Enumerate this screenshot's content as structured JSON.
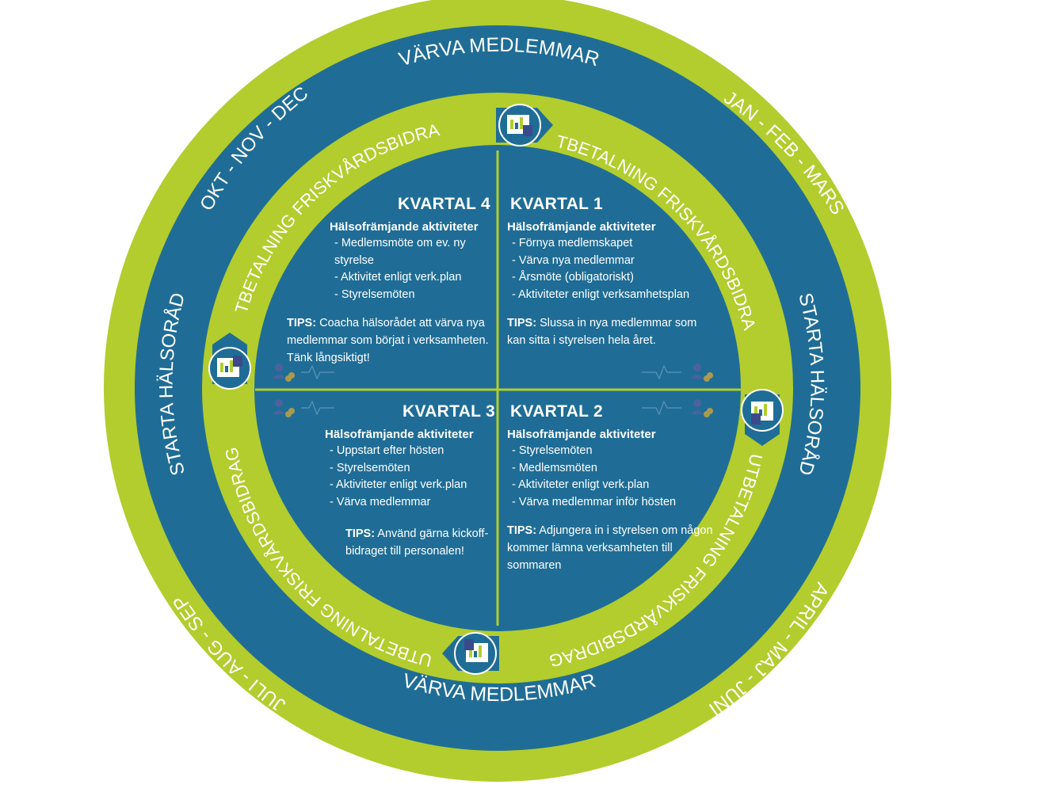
{
  "colors": {
    "green": "#b2cd2d",
    "blue": "#1f6d96",
    "white": "#ffffff"
  },
  "ring_labels": {
    "top": "VÄRVA MEDLEMMAR",
    "bottom": "VÄRVA MEDLEMMAR",
    "left": "STARTA HÄLSORÅD",
    "right": "STARTA HÄLSORÅD",
    "months_q1": "JAN - FEB - MARS",
    "months_q2": "APRIL - MAJ - JUNI",
    "months_q3": "JULI - AUG - SEP",
    "months_q4": "OKT - NOV - DEC"
  },
  "payment_labels": {
    "q1": "UTBETALNING FRISKVÅRDSBIDRAG",
    "q2": "UTBETALNING FRISKVÅRDSBIDRAG",
    "q3": "UTBETALNING FRISKVÅRDSBIDRAG",
    "q4": "UTBETALNING FRISKVÅRDSBIDRAG"
  },
  "quarters": {
    "q4": {
      "title": "KVARTAL 4",
      "subtitle": "Hälsofrämjande aktiviteter",
      "items": [
        "- Medlemsmöte om ev. ny styrelse",
        "- Aktivitet enligt verk.plan",
        "- Styrelsemöten"
      ],
      "tips_label": "TIPS:",
      "tips_text": " Coacha hälsorådet att värva nya medlemmar som börjat i verksamheten. Tänk långsiktigt!"
    },
    "q1": {
      "title": "KVARTAL 1",
      "subtitle": "Hälsofrämjande aktiviteter",
      "items": [
        "- Förnya medlemskapet",
        "- Värva nya medlemmar",
        "- Årsmöte (obligatoriskt)",
        "- Aktiviteter enligt verksamhetsplan"
      ],
      "tips_label": "TIPS:",
      "tips_text": " Slussa in nya medlemmar som kan sitta i styrelsen hela året."
    },
    "q3": {
      "title": "KVARTAL 3",
      "subtitle": "Hälsofrämjande aktiviteter",
      "items": [
        "- Uppstart efter hösten",
        "- Styrelsemöten",
        "- Aktiviteter enligt verk.plan",
        "- Värva medlemmar"
      ],
      "tips_label": "TIPS:",
      "tips_text": " Använd gärna kickoff-bidraget till personalen!"
    },
    "q2": {
      "title": "KVARTAL 2",
      "subtitle": "Hälsofrämjande aktiviteter",
      "items": [
        "- Styrelsemöten",
        "- Medlemsmöten",
        "- Aktiviteter enligt verk.plan",
        "- Värva medlemmar inför hösten"
      ],
      "tips_label": "TIPS:",
      "tips_text": " Adjungera in i styrelsen om någon kommer lämna verksamheten till sommaren"
    }
  },
  "icons": {
    "payment": "calculator-chart-icon",
    "people": "people-coins-icon"
  }
}
